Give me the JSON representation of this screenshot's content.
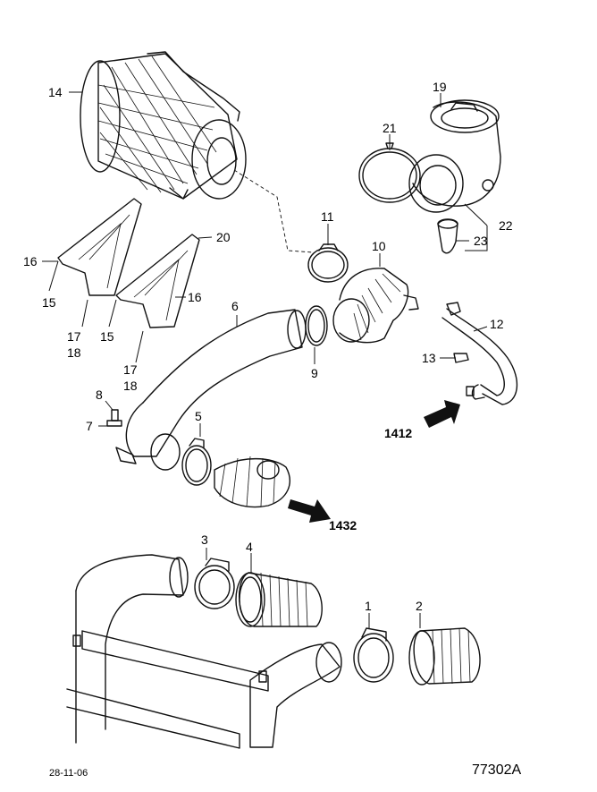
{
  "callouts": {
    "c1": "1",
    "c2": "2",
    "c3": "3",
    "c4": "4",
    "c5": "5",
    "c6": "6",
    "c7": "7",
    "c8": "8",
    "c9": "9",
    "c10": "10",
    "c11": "11",
    "c12": "12",
    "c13": "13",
    "c14": "14",
    "c15a": "15",
    "c15b": "15",
    "c16a": "16",
    "c16b": "16",
    "c17a": "17",
    "c17b": "17",
    "c18a": "18",
    "c18b": "18",
    "c19": "19",
    "c20": "20",
    "c21": "21",
    "c22": "22",
    "c23": "23"
  },
  "references": {
    "r1412": "1412",
    "r1432": "1432"
  },
  "footer": {
    "date": "28-11-06",
    "code": "77302A"
  }
}
